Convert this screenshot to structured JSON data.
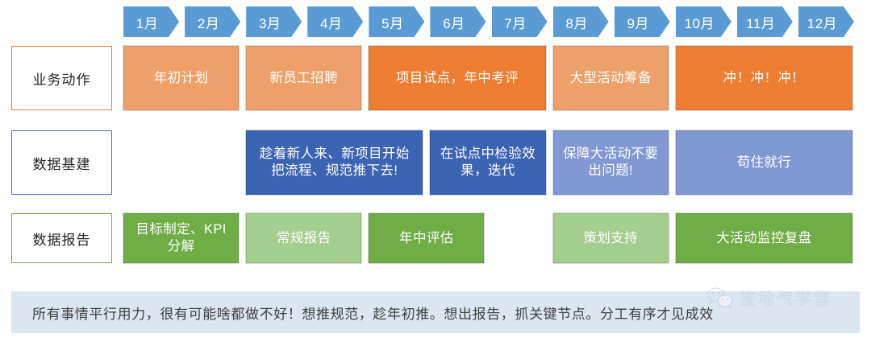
{
  "timeline": {
    "months": [
      "1月",
      "2月",
      "3月",
      "4月",
      "5月",
      "6月",
      "7月",
      "8月",
      "9月",
      "10月",
      "11月",
      "12月"
    ]
  },
  "rows": [
    {
      "label": "业务动作",
      "accent": "#ED7D31",
      "tasks": [
        {
          "text": "年初计划",
          "start": 1,
          "span": 2,
          "tone": "orange-light"
        },
        {
          "text": "新员工招聘",
          "start": 3,
          "span": 2,
          "tone": "orange-light"
        },
        {
          "text": "项目试点，年中考评",
          "start": 5,
          "span": 3,
          "tone": "orange-dark"
        },
        {
          "text": "大型活动筹备",
          "start": 8,
          "span": 2,
          "tone": "orange-light"
        },
        {
          "text": "冲！冲！冲！",
          "start": 10,
          "span": 3,
          "tone": "orange-dark"
        }
      ]
    },
    {
      "label": "数据基建",
      "accent": "#4472C4",
      "tasks": [
        {
          "text": "趁着新人来、新项目开始\n把流程、规范推下去!",
          "start": 3,
          "span": 3,
          "tone": "blue-dark"
        },
        {
          "text": "在试点中检验效\n果，迭代",
          "start": 6,
          "span": 2,
          "tone": "blue-dark"
        },
        {
          "text": "保障大活动不要\n出问题!",
          "start": 8,
          "span": 2,
          "tone": "blue-light"
        },
        {
          "text": "苟住就行",
          "start": 10,
          "span": 3,
          "tone": "blue-light"
        }
      ]
    },
    {
      "label": "数据报告",
      "accent": "#70AD47",
      "tasks": [
        {
          "text": "目标制定、KPI分解",
          "start": 1,
          "span": 2,
          "tone": "green-dark"
        },
        {
          "text": "常规报告",
          "start": 3,
          "span": 2,
          "tone": "green-light"
        },
        {
          "text": "年中评估",
          "start": 5,
          "span": 2,
          "tone": "green-dark"
        },
        {
          "text": "策划支持",
          "start": 8,
          "span": 2,
          "tone": "green-light"
        },
        {
          "text": "大活动监控复盘",
          "start": 10,
          "span": 3,
          "tone": "green-dark"
        }
      ]
    }
  ],
  "footer": {
    "summary": "所有事情平行用力，很有可能啥都做不好！想推规范，趁年初推。想出报告，抓关键节点。分工有序才见成效"
  },
  "watermark": {
    "text": "接地气学堂",
    "logo": "wechat-icon"
  }
}
